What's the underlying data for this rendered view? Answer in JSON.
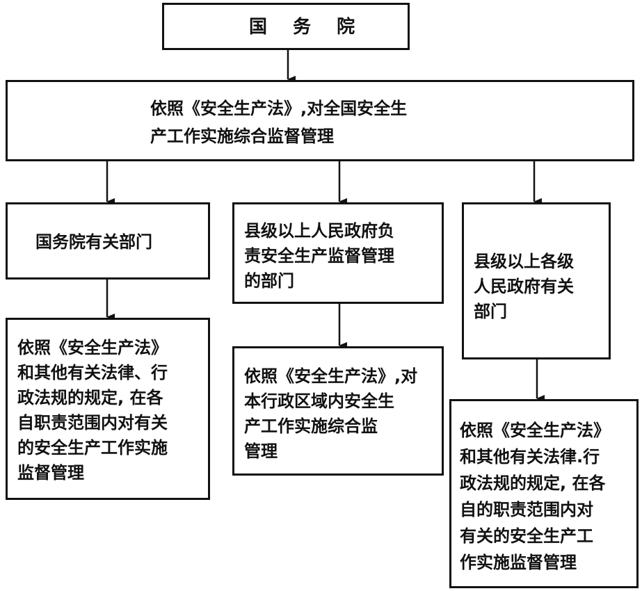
{
  "top": {
    "title": "国 务 院"
  },
  "overall": {
    "lines": [
      "依照《安全生产法》,对全国安全生",
      "产工作实施综合监督管理"
    ]
  },
  "left": {
    "header": "国务院有关部门",
    "detail": [
      "依照《安全生产法》",
      "和其他有关法律、行",
      "政法规的规定, 在各",
      "自职责范围内对有关",
      "的安全生产工作实施",
      "监督管理"
    ]
  },
  "middle": {
    "header": [
      "县级以上人民政府负",
      "责安全生产监督管理",
      "的部门"
    ],
    "detail": [
      "依照《安全生产法》,对",
      "本行政区域内安全生",
      "产工作实施综合监",
      "管理"
    ]
  },
  "right": {
    "header": [
      "县级以上各级",
      "人民政府有关",
      "部门"
    ],
    "detail": [
      "依照《安全生产法》",
      "和其他有关法律.行",
      "政法规的规定, 在各",
      "自的职责范围内对",
      "有关的安全生产工",
      "作实施监督管理"
    ]
  }
}
